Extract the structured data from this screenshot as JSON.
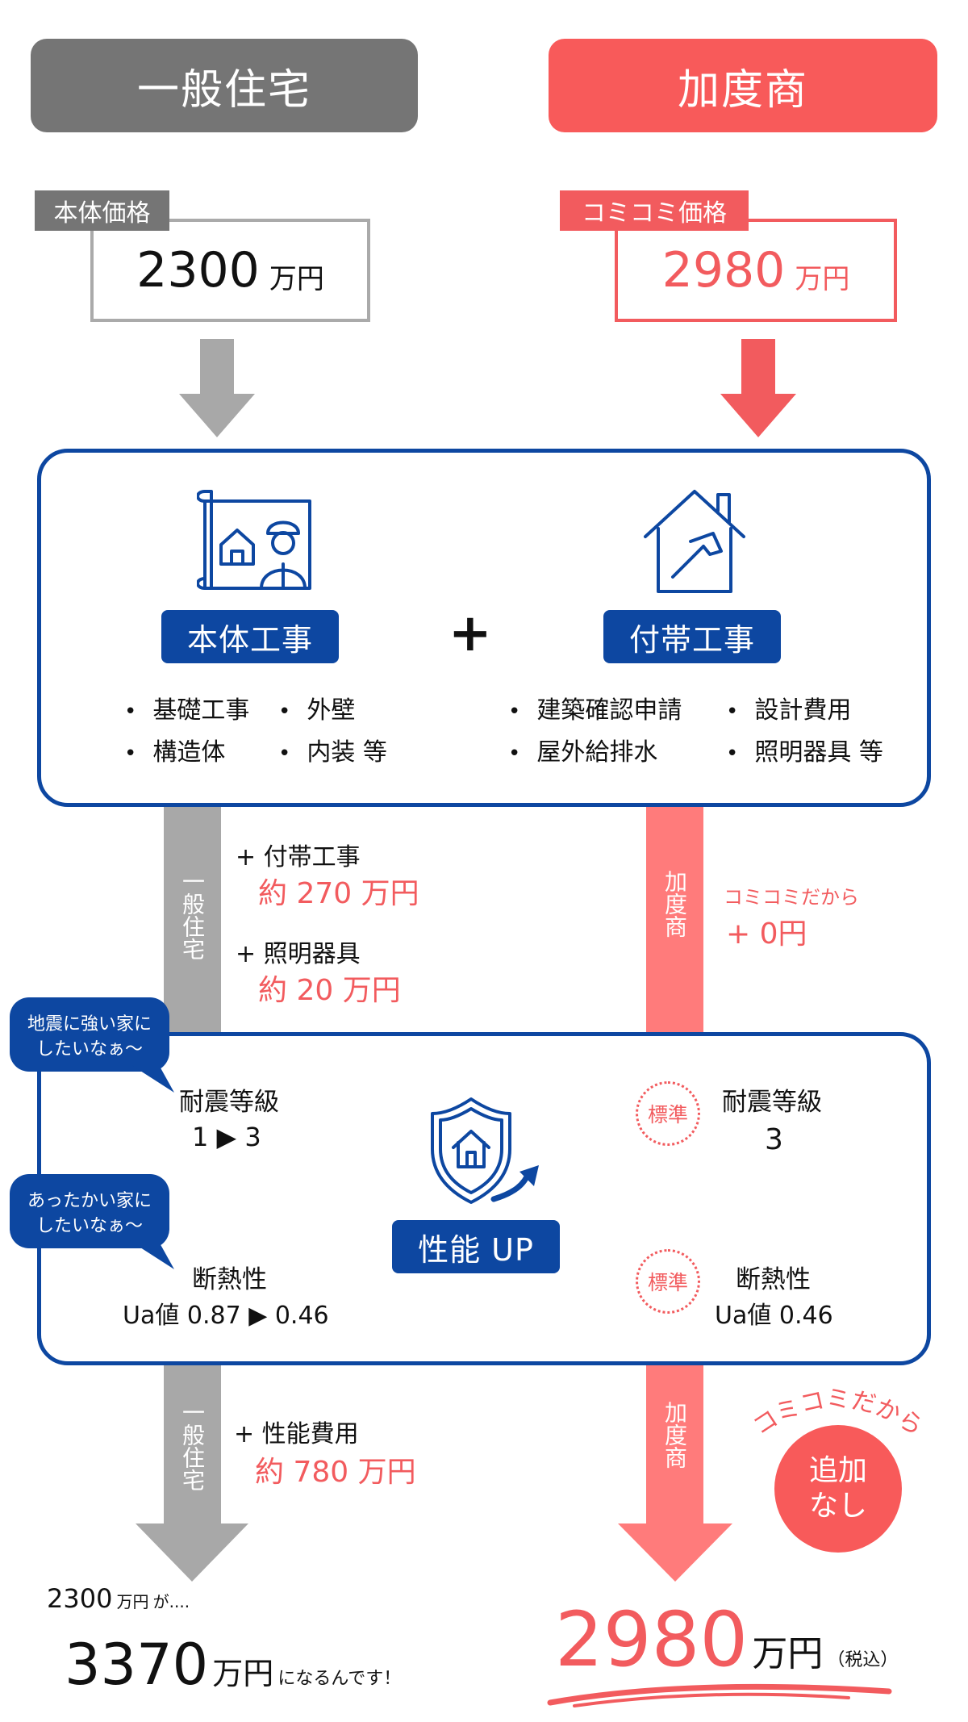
{
  "headers": {
    "left": "一般住宅",
    "right": "加度商"
  },
  "price": {
    "left": {
      "tag": "本体価格",
      "value": "2300",
      "unit": "万円"
    },
    "right": {
      "tag": "コミコミ価格",
      "value": "2980",
      "unit": "万円"
    }
  },
  "works": {
    "main_label": "本体工事",
    "plus": "+",
    "sub_label": "付帯工事",
    "main_items": [
      "基礎工事",
      "外壁",
      "構造体",
      "内装 等"
    ],
    "sub_items": [
      "建築確認申請",
      "設計費用",
      "屋外給排水",
      "照明器具 等"
    ]
  },
  "flow1": {
    "left_bar": "一般住宅",
    "right_bar": "加度商",
    "add1_label": "+ 付帯工事",
    "add1_value": "約 270 万円",
    "add2_label": "+ 照明器具",
    "add2_value": "約 20 万円",
    "right_note": "コミコミだから",
    "right_value": "+ 0円"
  },
  "performance": {
    "bubble1": [
      "地震に強い家に",
      "したいなぁ～"
    ],
    "bubble2": [
      "あったかい家に",
      "したいなぁ～"
    ],
    "quake_title": "耐震等級",
    "quake_left": "1 ▶ 3",
    "label": "性能 UP",
    "insul_title": "断熱性",
    "insul_left": "Ua値 0.87 ▶ 0.46",
    "std_badge": "標準",
    "quake_right": "3",
    "insul_right": "Ua値 0.46"
  },
  "flow2": {
    "left_bar": "一般住宅",
    "right_bar": "加度商",
    "add_label": "+ 性能費用",
    "add_value": "約 780 万円",
    "arc_text": "コミコミだから",
    "circle": [
      "追加",
      "なし"
    ]
  },
  "result": {
    "left_from": "2300",
    "left_from_unit": "万円",
    "left_from_suffix": "が....",
    "left_value": "3370",
    "left_unit": "万円",
    "left_suffix": "になるんです！",
    "right_value": "2980",
    "right_unit": "万円",
    "right_tax": "（税込）"
  },
  "colors": {
    "red": "#f25b5e",
    "navy": "#0d47a1",
    "gray": "#757575"
  }
}
